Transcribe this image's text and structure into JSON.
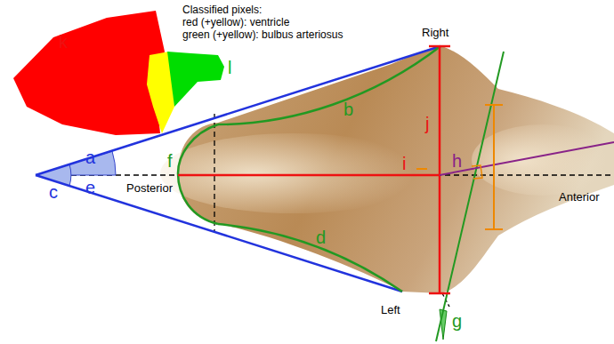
{
  "diagram": {
    "labels": [
      "Classified pixels:",
      "red (+yellow): ventricle",
      "green (+yellow): bulbus arteriosus",
      "k",
      "l",
      "Right",
      "a",
      "b",
      "f",
      "i",
      "j",
      "h",
      "c",
      "e",
      "Posterior",
      "Anterior",
      "d",
      "Left",
      "g"
    ]
  }
}
